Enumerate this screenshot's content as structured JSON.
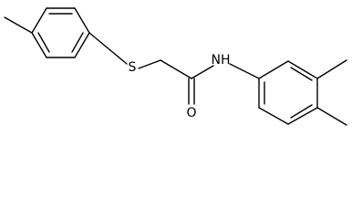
{
  "molecule": {
    "atoms": {
      "sulfur": "S",
      "nitrogen_hydrogen": "NH",
      "oxygen": "O"
    }
  }
}
